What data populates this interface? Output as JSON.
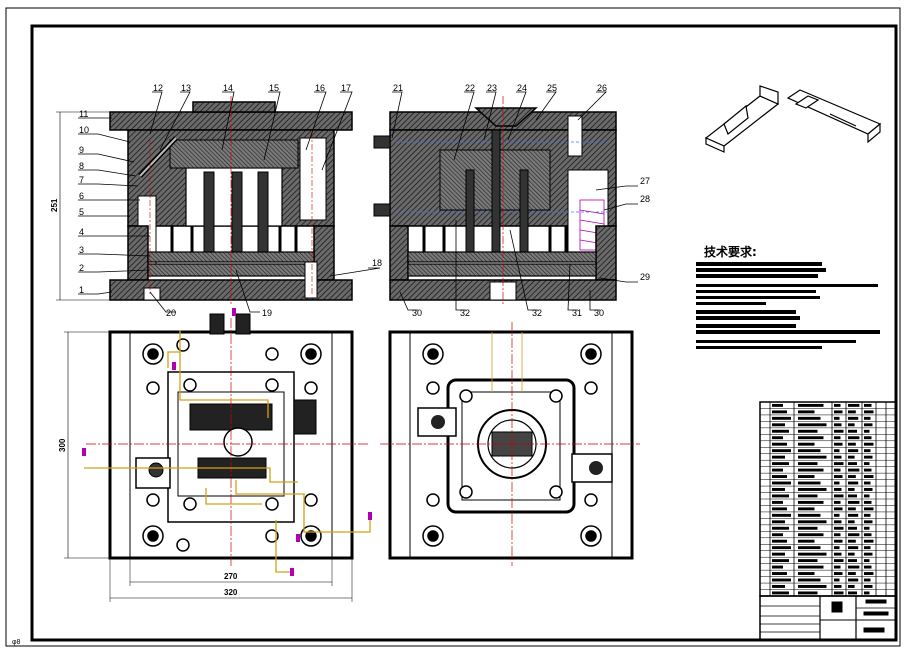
{
  "drawing": {
    "section_a_labels": [
      "11",
      "10",
      "9",
      "8",
      "7",
      "6",
      "5",
      "4",
      "3",
      "2",
      "1"
    ],
    "section_a_top_labels": [
      "12",
      "13",
      "14",
      "15",
      "16",
      "17"
    ],
    "section_a_bottom_labels": [
      "20",
      "19",
      "18"
    ],
    "section_b_top_labels": [
      "21",
      "22",
      "23",
      "24",
      "25",
      "26"
    ],
    "section_b_right_labels": [
      "27",
      "28",
      "29"
    ],
    "section_b_bottom_labels": [
      "30",
      "32",
      "32",
      "31",
      "30"
    ],
    "dimensions": {
      "height_section": "251",
      "height_plan": "300",
      "width_inner": "270",
      "width_outer": "320"
    },
    "technical_requirements_title": "技术要求:",
    "corner_left": "φ8",
    "colors": {
      "outline": "#000000",
      "hatch": "#000000",
      "centerline": "#d00000",
      "cooling": "#d4a017",
      "accent_magenta": "#b000b0",
      "hidden": "#4a6cff"
    }
  }
}
